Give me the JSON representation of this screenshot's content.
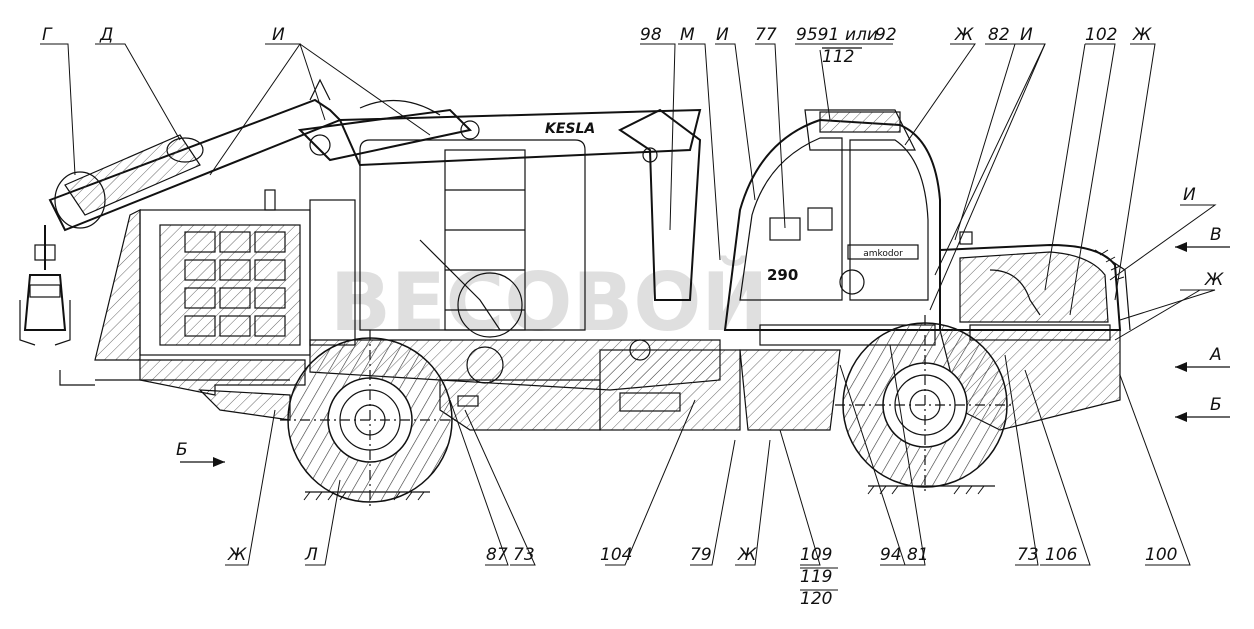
{
  "brand": "KESLA",
  "cab_model": "290",
  "cab_plate": "amkodor",
  "callouts_top": [
    {
      "id": "g",
      "text": "Г"
    },
    {
      "id": "d",
      "text": "Д"
    },
    {
      "id": "i1",
      "text": "И"
    },
    {
      "id": "98",
      "text": "98"
    },
    {
      "id": "m",
      "text": "М"
    },
    {
      "id": "i2",
      "text": "И"
    },
    {
      "id": "77",
      "text": "77"
    },
    {
      "id": "9591",
      "text": "9591"
    },
    {
      "id": "ili",
      "text": "или"
    },
    {
      "id": "92",
      "text": "92"
    },
    {
      "id": "112",
      "text": "112"
    },
    {
      "id": "zh1",
      "text": "Ж"
    },
    {
      "id": "82",
      "text": "82"
    },
    {
      "id": "i3",
      "text": "И"
    },
    {
      "id": "102",
      "text": "102"
    },
    {
      "id": "zh2",
      "text": "Ж"
    }
  ],
  "callouts_right": [
    {
      "id": "i4",
      "text": "И"
    },
    {
      "id": "v",
      "text": "В"
    },
    {
      "id": "zh3",
      "text": "Ж"
    },
    {
      "id": "a",
      "text": "А"
    },
    {
      "id": "b_right",
      "text": "Б"
    }
  ],
  "callouts_bottom": [
    {
      "id": "zh4",
      "text": "Ж"
    },
    {
      "id": "l",
      "text": "Л"
    },
    {
      "id": "87",
      "text": "87"
    },
    {
      "id": "73a",
      "text": "73"
    },
    {
      "id": "104",
      "text": "104"
    },
    {
      "id": "79",
      "text": "79"
    },
    {
      "id": "zh5",
      "text": "Ж"
    },
    {
      "id": "109",
      "text": "109"
    },
    {
      "id": "119",
      "text": "119"
    },
    {
      "id": "120",
      "text": "120"
    },
    {
      "id": "94",
      "text": "94"
    },
    {
      "id": "81",
      "text": "81"
    },
    {
      "id": "73b",
      "text": "73"
    },
    {
      "id": "106",
      "text": "106"
    },
    {
      "id": "100",
      "text": "100"
    }
  ],
  "callouts_left": [
    {
      "id": "b_left",
      "text": "Б"
    }
  ]
}
